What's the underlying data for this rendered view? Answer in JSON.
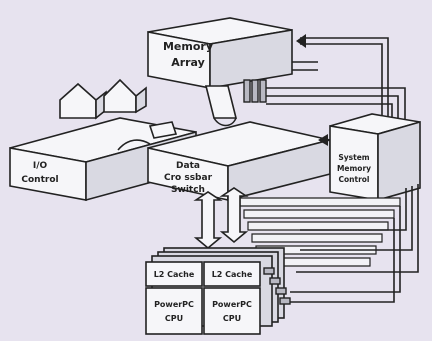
{
  "diagram": {
    "memory_array": [
      "Memory",
      "Array"
    ],
    "io_control": [
      "I/O",
      "Control"
    ],
    "crossbar": [
      "Data",
      "Cro ssbar",
      "Switch"
    ],
    "system_memory_control": [
      "System",
      "Memory",
      "Control"
    ],
    "cpu_modules": [
      {
        "cache": "L2 Cache",
        "cpu": [
          "PowerPC",
          "CPU"
        ]
      },
      {
        "cache": "L2 Cache",
        "cpu": [
          "PowerPC",
          "CPU"
        ]
      }
    ]
  }
}
